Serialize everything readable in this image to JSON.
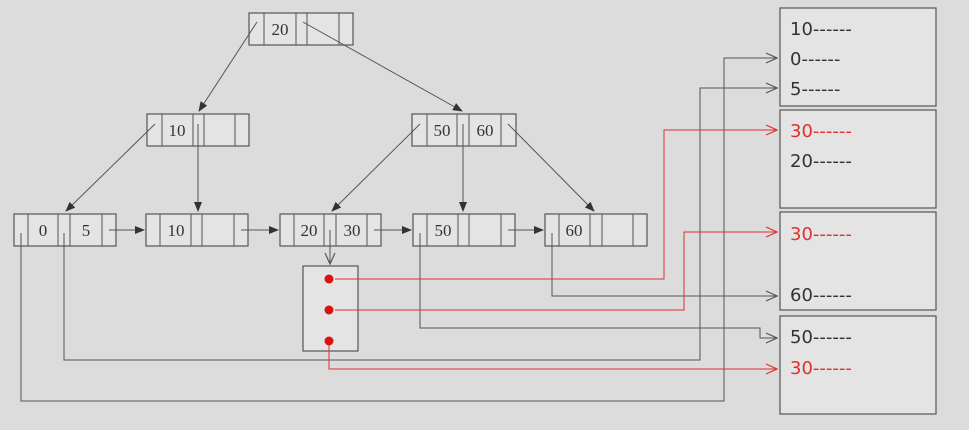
{
  "colors": {
    "background": "#dcdcdc",
    "line": "#555555",
    "highlight": "#e03030",
    "pointer_dot": "#dd1111",
    "box_fill": "#e4e4e4",
    "text": "#333333"
  },
  "tree": {
    "root": {
      "keys": [
        "20"
      ]
    },
    "level1_left": {
      "keys": [
        "10"
      ]
    },
    "level1_right": {
      "keys": [
        "50",
        "60"
      ]
    },
    "leaves": [
      {
        "keys": [
          "0",
          "5"
        ]
      },
      {
        "keys": [
          "10"
        ]
      },
      {
        "keys": [
          "20",
          "30"
        ]
      },
      {
        "keys": [
          "50"
        ]
      },
      {
        "keys": [
          "60"
        ]
      }
    ]
  },
  "records": {
    "block1": [
      "10------",
      "0------",
      "5------"
    ],
    "block2": [
      "30------",
      "20------"
    ],
    "block3": [
      "30------",
      "60------"
    ],
    "block4": [
      "50------",
      "30------"
    ]
  }
}
